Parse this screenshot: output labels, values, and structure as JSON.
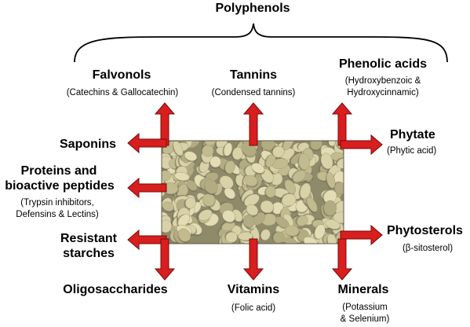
{
  "title": "Polyphenols",
  "nodes": {
    "falvonols": {
      "name": "Falvonols",
      "detail": "(Catechins & Gallocatechin)"
    },
    "tannins": {
      "name": "Tannins",
      "detail": "(Condensed tannins)"
    },
    "phenolic_acids": {
      "name": "Phenolic acids",
      "detail_line1": "(Hydroxybenzoic &",
      "detail_line2": "Hydroxycinnamic)"
    },
    "saponins": {
      "name": "Saponins"
    },
    "proteins": {
      "name_line1": "Proteins and",
      "name_line2": "bioactive peptides",
      "detail_line1": "(Trypsin inhibitors,",
      "detail_line2": "Defensins & Lectins)"
    },
    "resistant_starches": {
      "name_line1": "Resistant",
      "name_line2": "starches"
    },
    "oligosaccharides": {
      "name": "Oligosaccharides"
    },
    "vitamins": {
      "name": "Vitamins",
      "detail": "(Folic acid)"
    },
    "minerals": {
      "name": "Minerals",
      "detail_line1": "(Potassium",
      "detail_line2": "& Selenium)"
    },
    "phytate": {
      "name": "Phytate",
      "detail": "(Phytic acid)"
    },
    "phytosterols": {
      "name": "Phytosterols",
      "detail": "(β-sitosterol)"
    }
  },
  "colors": {
    "arrow_fill": "#d81e1e",
    "arrow_stroke": "#7a0a0a",
    "lentil_bg": "#8e8a6a",
    "lentil_light": "#d9d2a8",
    "lentil_mid": "#c2bb8f",
    "lentil_shadow": "#6f6b52"
  },
  "image": {
    "subject": "lentil-seeds"
  }
}
